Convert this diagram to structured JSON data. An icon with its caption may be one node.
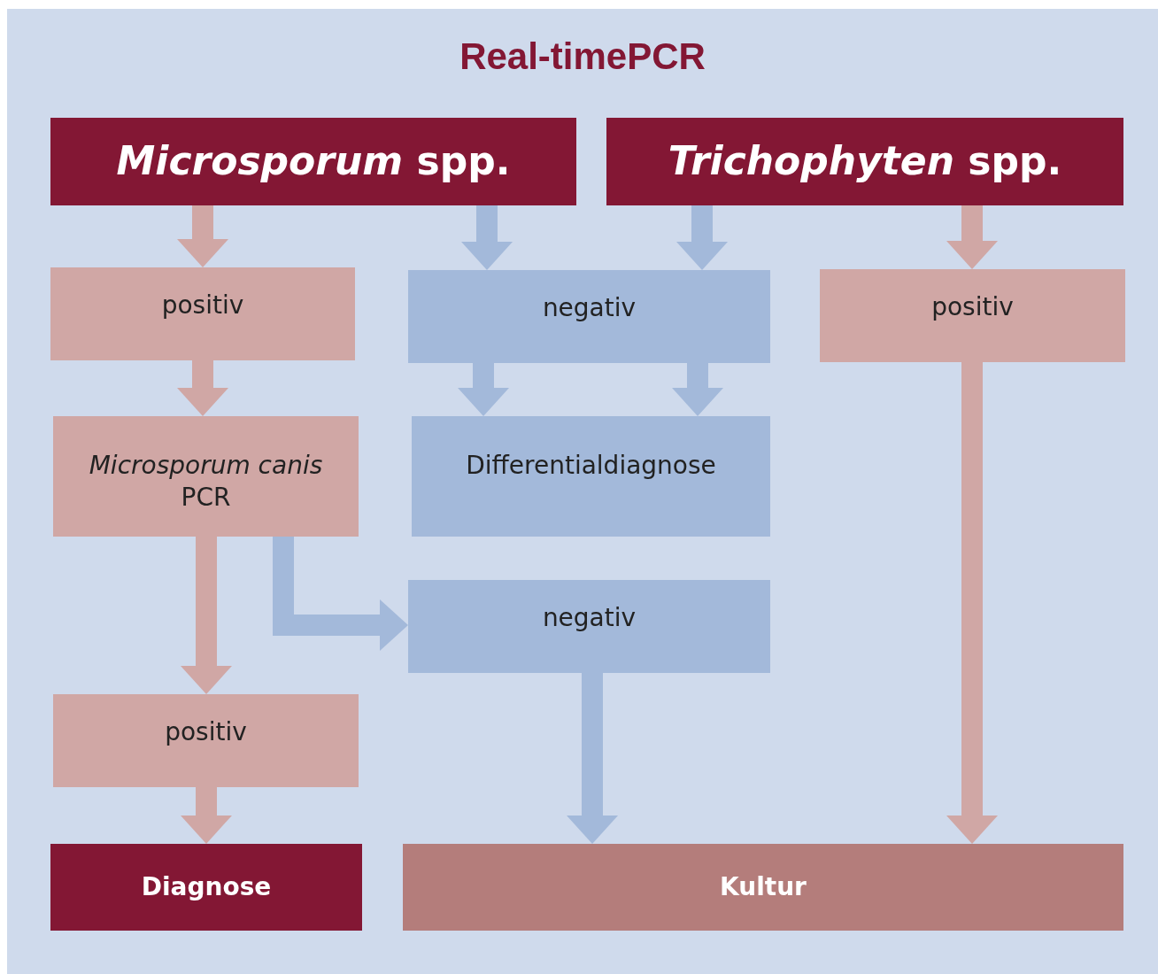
{
  "diagram": {
    "title": "Real-timePCR",
    "nodes": [
      {
        "text": [
          "*Microsporum* spp."
        ]
      },
      {
        "text": [
          "*Trichophyten* spp."
        ]
      },
      {
        "text": [
          "positiv"
        ]
      },
      {
        "text": [
          "negativ"
        ]
      },
      {
        "text": [
          "positiv"
        ]
      },
      {
        "text": [
          "*Microsporum canis* PCR"
        ]
      },
      {
        "text": [
          "Differentialdiagnose"
        ]
      },
      {
        "text": [
          "negativ"
        ]
      },
      {
        "text": [
          "positiv"
        ]
      },
      {
        "text": [
          "Diagnose"
        ]
      },
      {
        "text": [
          "Kultur"
        ]
      }
    ],
    "edges": [
      {
        "from": 0,
        "to": 2,
        "arrow": "to",
        "color": "#d0a7a5"
      },
      {
        "from": 0,
        "to": 3,
        "arrow": "to",
        "color": "#a3b9da"
      },
      {
        "from": 1,
        "to": 3,
        "arrow": "to",
        "color": "#a3b9da"
      },
      {
        "from": 1,
        "to": 4,
        "arrow": "to",
        "color": "#d0a7a5"
      },
      {
        "from": 2,
        "to": 5,
        "arrow": "to",
        "color": "#d0a7a5"
      },
      {
        "from": 3,
        "to": 6,
        "arrow": "to",
        "color": "#a3b9da"
      },
      {
        "from": 3,
        "to": 6,
        "arrow": "to",
        "color": "#a3b9da"
      },
      {
        "from": 5,
        "to": 8,
        "arrow": "to",
        "color": "#d0a7a5"
      },
      {
        "from": 5,
        "to": 7,
        "arrow": "to",
        "color": "#a3b9da"
      },
      {
        "from": 8,
        "to": 9,
        "arrow": "to",
        "color": "#d0a7a5"
      },
      {
        "from": 7,
        "to": 10,
        "arrow": "to",
        "color": "#a3b9da"
      },
      {
        "from": 4,
        "to": 10,
        "arrow": "to",
        "color": "#d0a7a5"
      }
    ]
  }
}
